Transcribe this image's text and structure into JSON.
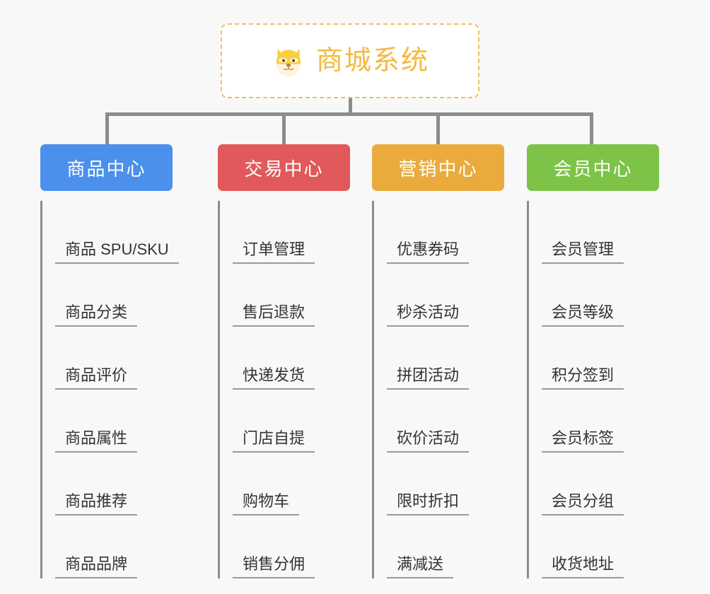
{
  "page": {
    "background_color": "#f8f8f8",
    "connector_color": "#8c8c8c"
  },
  "root": {
    "title": "商城系统",
    "icon": "shiba-dog-icon",
    "title_color": "#f5b942",
    "border_color": "#f0c060",
    "background_color": "#ffffff"
  },
  "columns": [
    {
      "title": "商品中心",
      "color": "#4a90ec",
      "items": [
        "商品 SPU/SKU",
        "商品分类",
        "商品评价",
        "商品属性",
        "商品推荐",
        "商品品牌"
      ]
    },
    {
      "title": "交易中心",
      "color": "#e1595a",
      "items": [
        "订单管理",
        "售后退款",
        "快递发货",
        "门店自提",
        "购物车",
        "销售分佣"
      ]
    },
    {
      "title": "营销中心",
      "color": "#eaab3c",
      "items": [
        "优惠券码",
        "秒杀活动",
        "拼团活动",
        "砍价活动",
        "限时折扣",
        "满减送"
      ]
    },
    {
      "title": "会员中心",
      "color": "#7dc348",
      "items": [
        "会员管理",
        "会员等级",
        "积分签到",
        "会员标签",
        "会员分组",
        "收货地址"
      ]
    }
  ]
}
